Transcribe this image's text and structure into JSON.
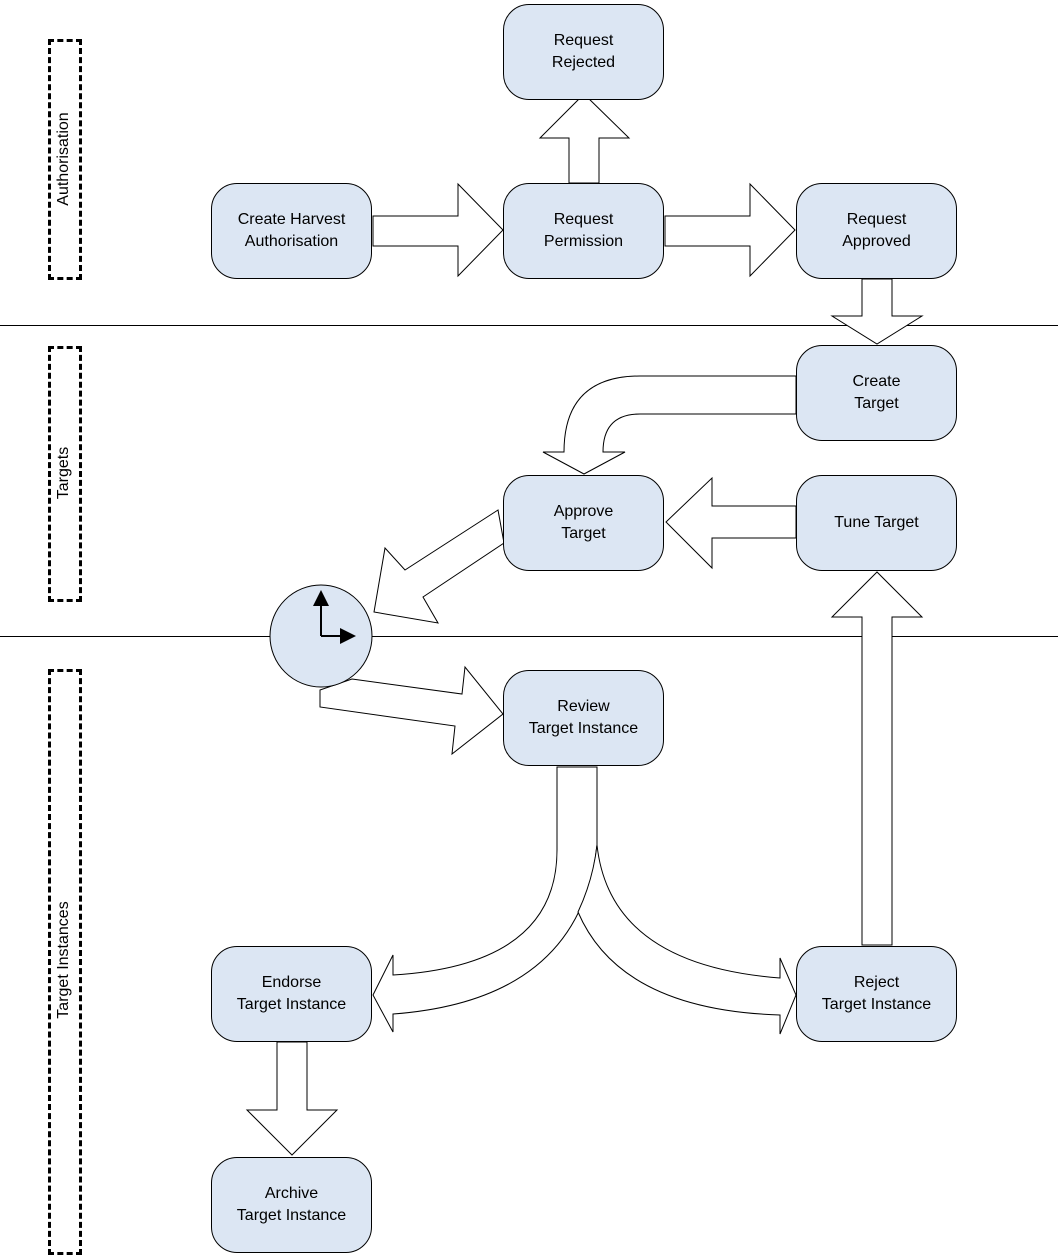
{
  "lanes": {
    "authorisation": "Authorisation",
    "targets": "Targets",
    "target_instances": "Target Instances"
  },
  "nodes": {
    "request_rejected": {
      "line1": "Request",
      "line2": "Rejected"
    },
    "create_harvest_authorisation": {
      "line1": "Create Harvest",
      "line2": "Authorisation"
    },
    "request_permission": {
      "line1": "Request",
      "line2": "Permission"
    },
    "request_approved": {
      "line1": "Request",
      "line2": "Approved"
    },
    "create_target": {
      "line1": "Create",
      "line2": "Target"
    },
    "approve_target": {
      "line1": "Approve",
      "line2": "Target"
    },
    "tune_target": {
      "line1": "Tune Target",
      "line2": ""
    },
    "review_target_instance": {
      "line1": "Review",
      "line2": "Target Instance"
    },
    "endorse_target_instance": {
      "line1": "Endorse",
      "line2": "Target Instance"
    },
    "reject_target_instance": {
      "line1": "Reject",
      "line2": "Target Instance"
    },
    "archive_target_instance": {
      "line1": "Archive",
      "line2": "Target Instance"
    }
  },
  "icons": {
    "schedule": "clock-icon"
  },
  "colors": {
    "node_fill": "#dce6f3",
    "stroke": "#000000",
    "arrow_fill": "#ffffff"
  }
}
